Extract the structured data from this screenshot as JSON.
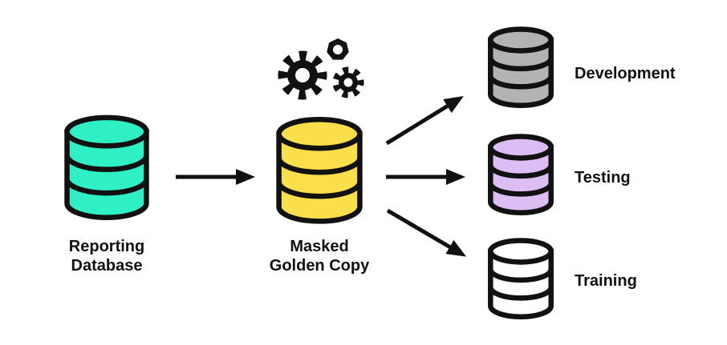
{
  "diagram": {
    "source": {
      "label_line1": "Reporting",
      "label_line2": "Database",
      "color": "#2FF0C4"
    },
    "process": {
      "label_line1": "Masked",
      "label_line2": "Golden Copy",
      "color": "#FADE4B"
    },
    "targets": [
      {
        "label": "Development",
        "color": "#B3B3B3"
      },
      {
        "label": "Testing",
        "color": "#DCBEF5"
      },
      {
        "label": "Training",
        "color": "#FFFFFF"
      }
    ],
    "flows": [
      {
        "from": "Reporting Database",
        "to": "Masked Golden Copy"
      },
      {
        "from": "Masked Golden Copy",
        "to": "Development"
      },
      {
        "from": "Masked Golden Copy",
        "to": "Testing"
      },
      {
        "from": "Masked Golden Copy",
        "to": "Training"
      }
    ],
    "colors": {
      "stroke": "#111111",
      "gears": "#111111",
      "background": "#FFFFFF"
    },
    "icons": {
      "node_icon": "database-cylinder-icon",
      "process_icon": "gears-icon"
    }
  }
}
